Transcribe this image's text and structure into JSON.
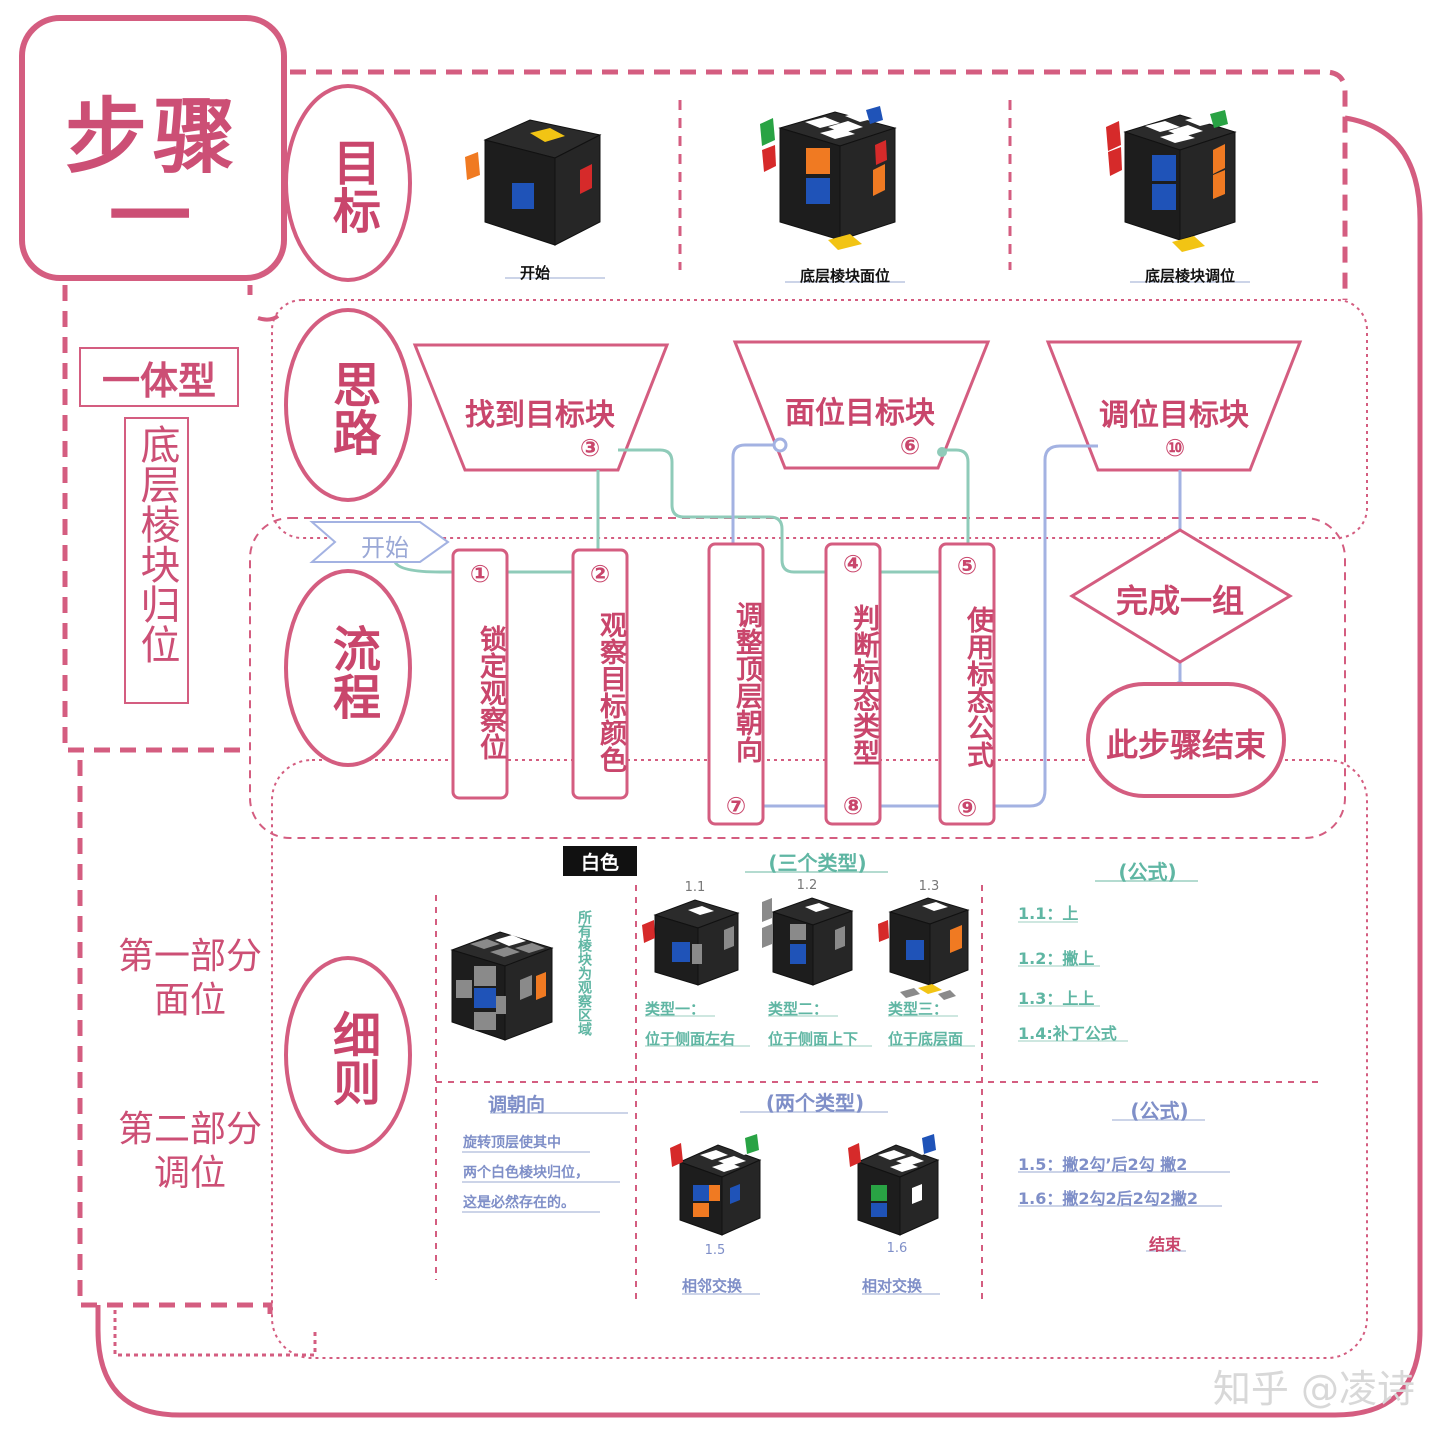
{
  "title": {
    "line1": "步骤",
    "line2": "一"
  },
  "left_panel": {
    "type_label": "一体型",
    "name_label": "底层棱块归位",
    "part1": {
      "line1": "第一部分",
      "line2": "面位"
    },
    "part2": {
      "line1": "第二部分",
      "line2": "调位"
    }
  },
  "sections": {
    "goal": "目标",
    "idea": "思路",
    "flow": "流程",
    "detail": "细则"
  },
  "goal": {
    "captions": [
      "开始",
      "底层棱块面位",
      "底层棱块调位"
    ]
  },
  "idea": {
    "items": [
      {
        "label": "找到目标块",
        "num": "③"
      },
      {
        "label": "面位目标块",
        "num": "⑥"
      },
      {
        "label": "调位目标块",
        "num": "⑩"
      }
    ]
  },
  "flow": {
    "start": "开始",
    "steps": [
      {
        "num": "①",
        "text": "锁定观察位"
      },
      {
        "num": "②",
        "text": "观察目标颜色"
      },
      {
        "num": "⑦",
        "text": "调整顶层朝向"
      },
      {
        "num": "④",
        "text": "判断标态类型",
        "num2": "⑧"
      },
      {
        "num": "⑤",
        "text": "使用标态公式",
        "num2": "⑨"
      }
    ],
    "complete": "完成一组",
    "end": "此步骤结束"
  },
  "detail": {
    "white_label": "白色",
    "observe_note": "所有棱块为观察区域",
    "three_types": "(三个类型)",
    "type_nums": [
      "1.1",
      "1.2",
      "1.3"
    ],
    "type_names": [
      "类型一：",
      "类型二：",
      "类型三："
    ],
    "type_descs": [
      "位于侧面左右",
      "位于侧面上下",
      "位于底层面"
    ],
    "formula_head1": "(公式)",
    "formulas1": [
      "1.1：上",
      "1.2：撇上",
      "1.3：上上",
      "1.4:补丁公式"
    ],
    "orient_head": "调朝向",
    "orient_lines": [
      "旋转顶层使其中",
      "两个白色棱块归位，",
      "这是必然存在的。"
    ],
    "two_types": "(两个类型)",
    "pair_nums": [
      "1.5",
      "1.6"
    ],
    "pair_names": [
      "相邻交换",
      "相对交换"
    ],
    "formula_head2": "(公式)",
    "formulas2": [
      "1.5：撇2勾’后2勾 撇2",
      "1.6：撇2勾2后2勾2撇2"
    ],
    "end_label": "结束"
  },
  "watermark": "知乎 @凌诗",
  "colors": {
    "pink": "#c9466c",
    "teal": "#5fb6a3",
    "blue": "#7f8fc8"
  }
}
